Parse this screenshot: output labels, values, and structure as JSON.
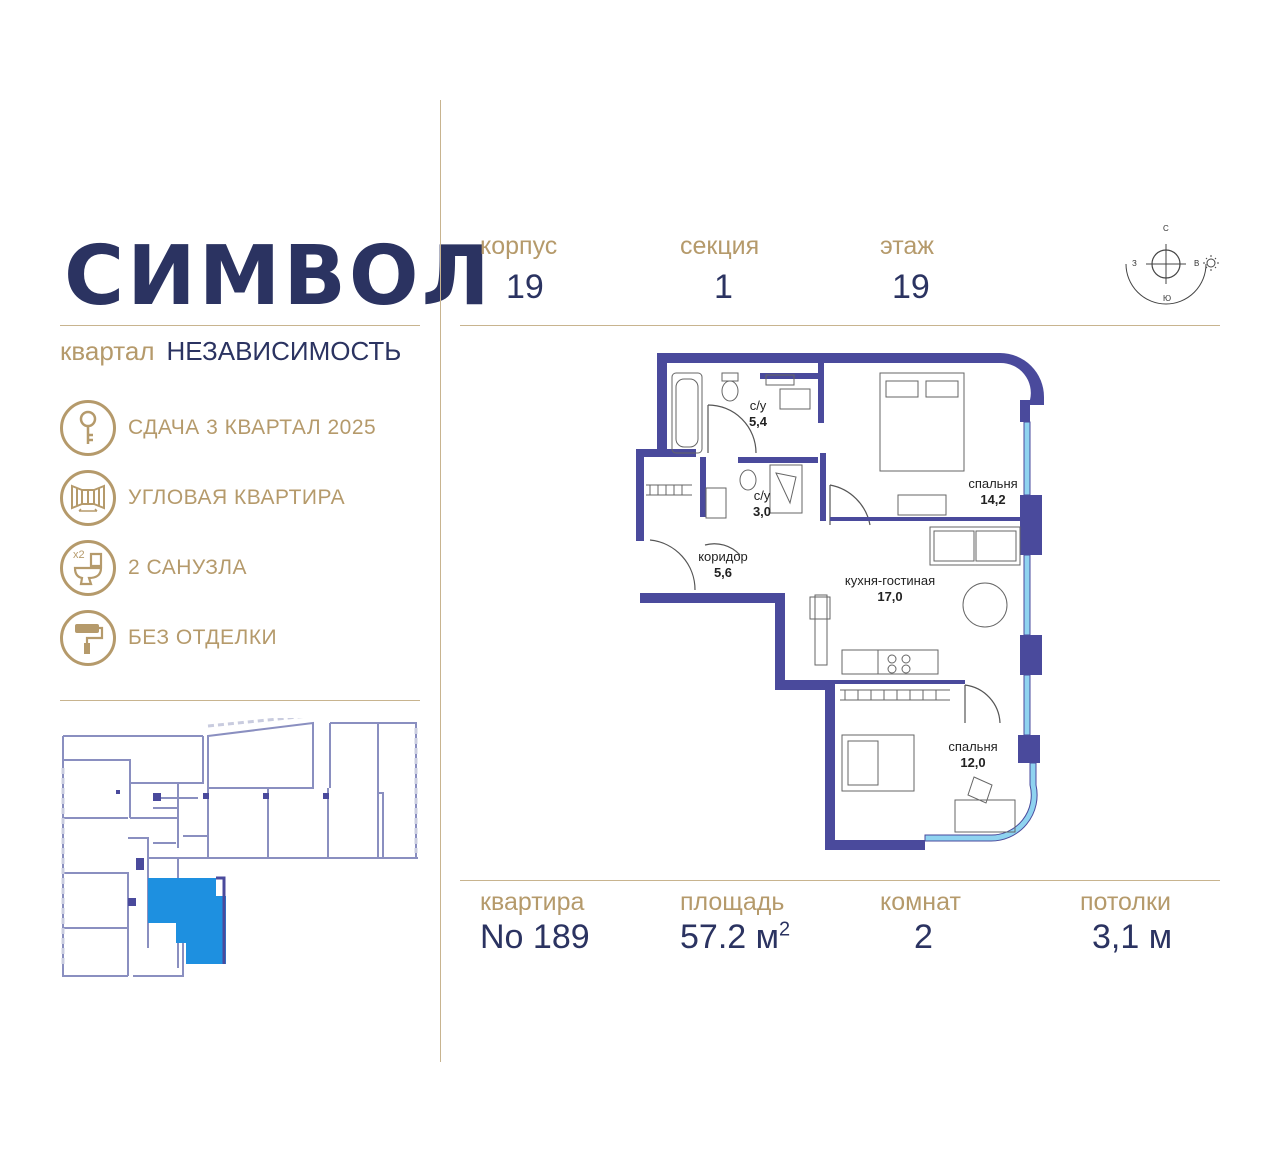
{
  "brand": {
    "logo": "СИМВОЛ",
    "district_prefix": "квартал",
    "district_name": "НЕЗАВИСИМОСТЬ"
  },
  "features": [
    {
      "icon": "key-icon",
      "label": "СДАЧА 3 КВАРТАЛ 2025"
    },
    {
      "icon": "corner-window-icon",
      "label": "УГЛОВАЯ КВАРТИРА"
    },
    {
      "icon": "toilet-icon",
      "icon_text": "x2",
      "label": "2 САНУЗЛА"
    },
    {
      "icon": "paint-roller-icon",
      "label": "БЕЗ ОТДЕЛКИ"
    }
  ],
  "top_info": [
    {
      "caption": "корпус",
      "value": "19"
    },
    {
      "caption": "секция",
      "value": "1"
    },
    {
      "caption": "этаж",
      "value": "19"
    }
  ],
  "compass": {
    "n": "С",
    "s": "Ю",
    "w": "З",
    "e": "В"
  },
  "rooms": [
    {
      "name": "с/у",
      "area": "5,4"
    },
    {
      "name": "с/у",
      "area": "3,0"
    },
    {
      "name": "спальня",
      "area": "14,2"
    },
    {
      "name": "коридор",
      "area": "5,6"
    },
    {
      "name": "кухня-гостиная",
      "area": "17,0"
    },
    {
      "name": "спальня",
      "area": "12,0"
    }
  ],
  "bottom_info": {
    "apartment": {
      "caption": "квартира",
      "value": "No 189"
    },
    "area": {
      "caption": "площадь",
      "value": "57.2 м",
      "sup": "2"
    },
    "rooms": {
      "caption": "комнат",
      "value": "2"
    },
    "ceiling": {
      "caption": "потолки",
      "value": "3,1 м"
    }
  },
  "colors": {
    "navy": "#2b3361",
    "gold": "#b59a6b",
    "wall": "#4a4a9c",
    "highlight": "#1e90e0",
    "window": "#8fd3f0"
  }
}
